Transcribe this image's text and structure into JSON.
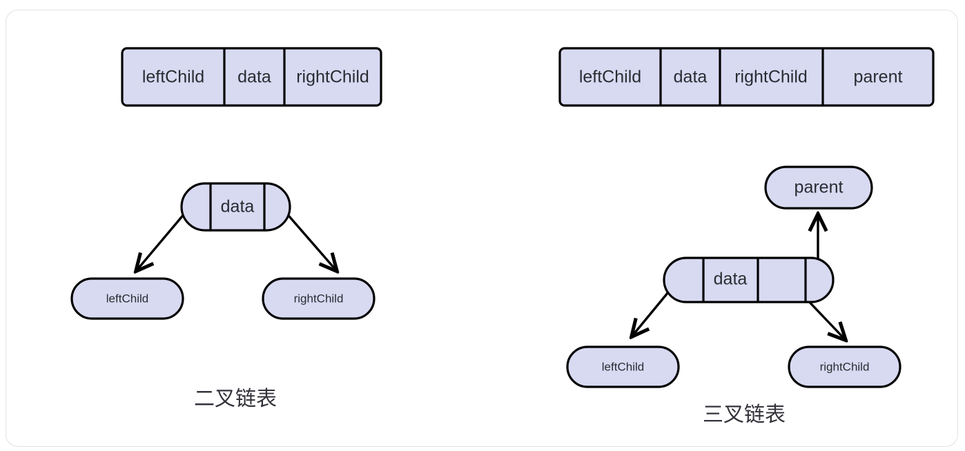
{
  "page": {
    "background_color": "#ffffff",
    "frame_border_color": "#e2e2e6",
    "node_fill_color": "#d7daf1",
    "node_stroke_color": "#000000",
    "text_color": "#2b2b33"
  },
  "binary_linked_list": {
    "caption": "二叉链表",
    "struct_table": {
      "cells": [
        {
          "label": "leftChild"
        },
        {
          "label": "data"
        },
        {
          "label": "rightChild"
        }
      ]
    },
    "tree": {
      "root_node": {
        "cells": [
          {
            "label": "",
            "kind": "left-pointer"
          },
          {
            "label": "data",
            "kind": "data"
          },
          {
            "label": "",
            "kind": "right-pointer"
          }
        ]
      },
      "children": [
        {
          "label": "leftChild",
          "kind": "left-child"
        },
        {
          "label": "rightChild",
          "kind": "right-child"
        }
      ]
    }
  },
  "trinary_linked_list": {
    "caption": "三叉链表",
    "struct_table": {
      "cells": [
        {
          "label": "leftChild"
        },
        {
          "label": "data"
        },
        {
          "label": "rightChild"
        },
        {
          "label": "parent"
        }
      ]
    },
    "tree": {
      "root_node": {
        "cells": [
          {
            "label": "",
            "kind": "left-pointer"
          },
          {
            "label": "data",
            "kind": "data"
          },
          {
            "label": "",
            "kind": "right-pointer"
          },
          {
            "label": "",
            "kind": "parent-pointer"
          }
        ]
      },
      "parent": {
        "label": "parent",
        "kind": "parent"
      },
      "children": [
        {
          "label": "leftChild",
          "kind": "left-child"
        },
        {
          "label": "rightChild",
          "kind": "right-child"
        }
      ]
    }
  }
}
